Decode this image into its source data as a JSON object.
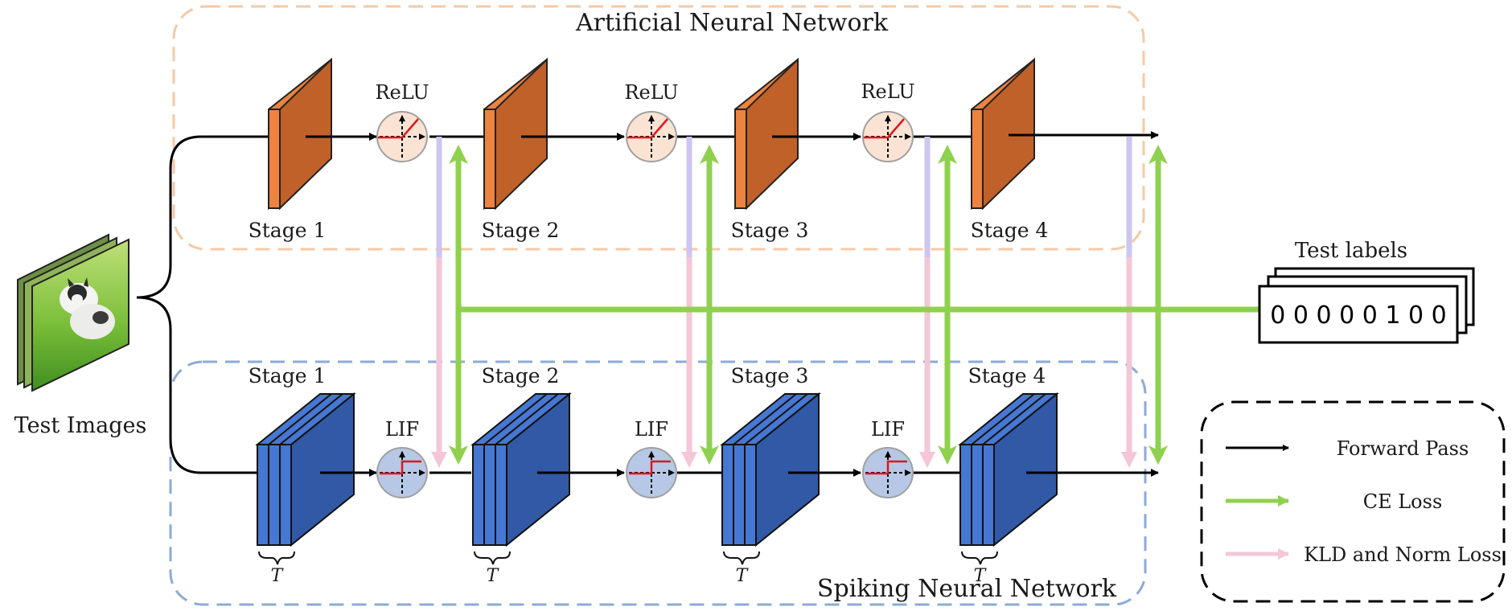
{
  "ann": {
    "title": "Artificial Neural Network",
    "activation": "ReLU"
  },
  "snn": {
    "title": "Spiking Neural Network",
    "activation": "LIF",
    "time_symbol": "T"
  },
  "stages": [
    "Stage 1",
    "Stage 2",
    "Stage 3",
    "Stage 4"
  ],
  "input": {
    "label": "Test Images"
  },
  "labels": {
    "title": "Test labels",
    "value": "0 0 0 0 0 1 0 0"
  },
  "legend": {
    "forward": "Forward Pass",
    "ce": "CE Loss",
    "kld": "KLD and Norm Loss"
  },
  "colors": {
    "ann_block": "#c0612a",
    "ann_block_side": "#ec8340",
    "ann_box_border": "#f5c9a6",
    "relu_fill": "#fbe3d3",
    "snn_block": "#3159a6",
    "snn_block_side": "#4677d2",
    "snn_box_border": "#8eaad6",
    "lif_fill": "#b7c8e6",
    "ce_loss": "#8fd14f",
    "kld_loss": "#f4c6d8",
    "kld_loss_top": "#cdc6f0",
    "activation_curve": "#e0141e"
  }
}
